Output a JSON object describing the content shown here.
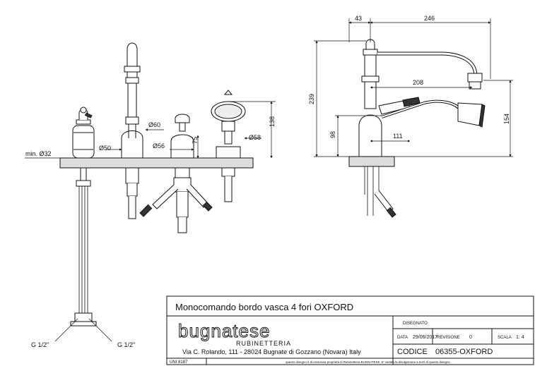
{
  "dimensions": {
    "side_view": {
      "min_d32": "min. Ø32",
      "d50": "Ø50",
      "d60": "Ø60",
      "d56": "Ø56",
      "h75": "75",
      "d58": "Ø58",
      "h138": "138",
      "thread_left": "G 1/2\"",
      "thread_right": "G 1/2\""
    },
    "profile_view": {
      "w43": "43",
      "w246": "246",
      "h239": "239",
      "w208": "208",
      "h98": "98",
      "w111": "111",
      "h154": "154"
    }
  },
  "title_block": {
    "title": "Monocomando bordo vasca 4 fori OXFORD",
    "logo_text": "bugnatese",
    "logo_sub": "RUBINETTERIA",
    "address": "Via C. Rolando, 111 - 28024 Bugnate di Gozzano (Novara) Italy",
    "disegnato_label": "DISEGNATO",
    "data_label": "DATA",
    "data_value": "29/06/2017",
    "revisione_label": "REVISIONE",
    "revisione_value": "0",
    "scala_label": "SCALA",
    "scala_value": "1: 4",
    "codice_label": "CODICE",
    "codice_value": "06355-OXFORD",
    "norm": "UNI 8187",
    "disclaimer": "questo disegno è di esclusiva proprietà di Rubinetteria BUGNATESE. E' vietata la divulgazione a terzi di questo disegno"
  }
}
